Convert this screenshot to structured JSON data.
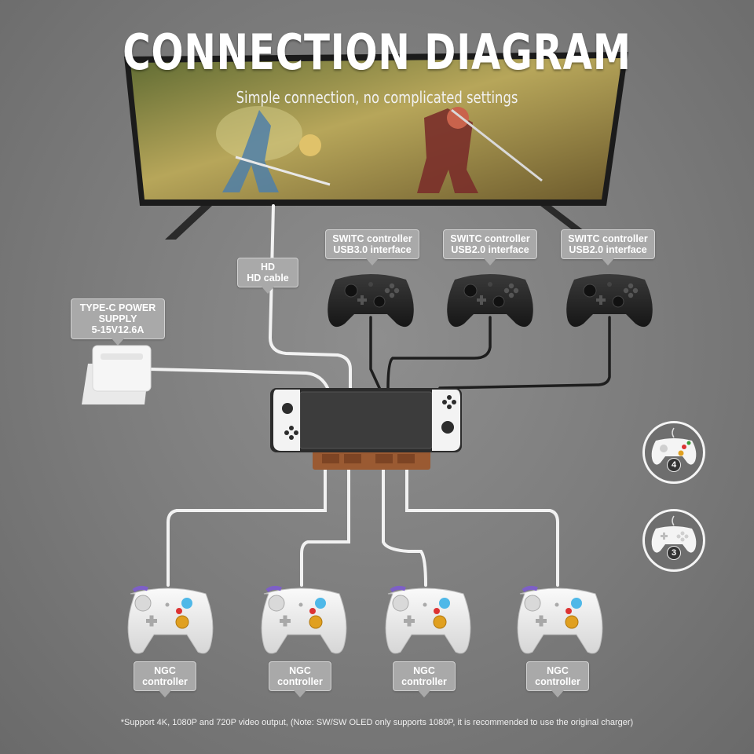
{
  "header": {
    "title": "CONNECTION DIAGRAM",
    "subtitle": "Simple connection, no complicated settings"
  },
  "labels": {
    "hd": {
      "line1": "HD",
      "line2": "HD cable"
    },
    "power": {
      "line1": "TYPE-C POWER",
      "line2": "SUPPLY",
      "line3": "5-15V12.6A"
    },
    "switch_controllers": [
      {
        "line1": "SWITC controller",
        "line2": "USB3.0 interface"
      },
      {
        "line1": "SWITC controller",
        "line2": "USB2.0 interface"
      },
      {
        "line1": "SWITC controller",
        "line2": "USB2.0 interface"
      }
    ],
    "ngc_controllers": [
      {
        "line1": "NGC",
        "line2": "controller"
      },
      {
        "line1": "NGC",
        "line2": "controller"
      },
      {
        "line1": "NGC",
        "line2": "controller"
      },
      {
        "line1": "NGC",
        "line2": "controller"
      }
    ]
  },
  "badges": [
    {
      "number": "4",
      "icon": "gamepad-icon"
    },
    {
      "number": "3",
      "icon": "gamepad-icon"
    }
  ],
  "footnote": "*Support 4K, 1080P and 720P video output, (Note: SW/SW OLED only supports 1080P, it is recommended to use the original charger)",
  "colors": {
    "background": "#7b7b7b",
    "label_fill": "#a9a9a9",
    "cable_white": "#f2f2f2",
    "cable_black": "#1e1e1e",
    "dock_ports": "#9a5a32",
    "joycon_white": "#f3f3f3"
  }
}
